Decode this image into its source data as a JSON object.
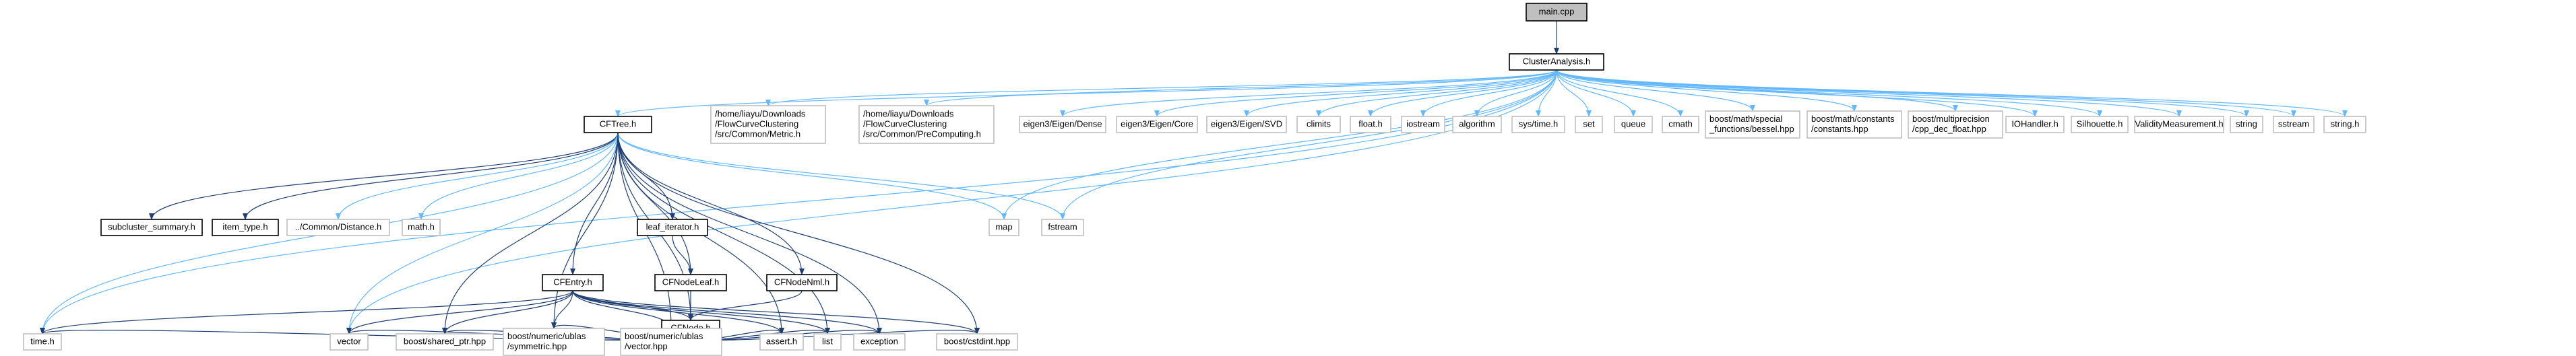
{
  "graph": {
    "colors": {
      "root_fill": "#bfbfbf",
      "node_border": "#000000",
      "gray_border": "#bfbfbf",
      "node_fill": "#ffffff",
      "edge_light": "#63b8ff",
      "edge_dark": "#1f3f73"
    },
    "nodes": [
      {
        "id": "main",
        "lines": [
          "main.cpp"
        ],
        "style": "root"
      },
      {
        "id": "ca",
        "lines": [
          "ClusterAnalysis.h"
        ],
        "style": "black"
      },
      {
        "id": "cftree",
        "lines": [
          "CFTree.h"
        ],
        "style": "black"
      },
      {
        "id": "metric",
        "lines": [
          "/home/liayu/Downloads",
          "/FlowCurveClustering",
          "/src/Common/Metric.h"
        ],
        "style": "gray"
      },
      {
        "id": "precomp",
        "lines": [
          "/home/liayu/Downloads",
          "/FlowCurveClustering",
          "/src/Common/PreComputing.h"
        ],
        "style": "gray"
      },
      {
        "id": "dense",
        "lines": [
          "eigen3/Eigen/Dense"
        ],
        "style": "gray"
      },
      {
        "id": "core",
        "lines": [
          "eigen3/Eigen/Core"
        ],
        "style": "gray"
      },
      {
        "id": "svd",
        "lines": [
          "eigen3/Eigen/SVD"
        ],
        "style": "gray"
      },
      {
        "id": "climits",
        "lines": [
          "climits"
        ],
        "style": "gray"
      },
      {
        "id": "floath",
        "lines": [
          "float.h"
        ],
        "style": "gray"
      },
      {
        "id": "iostream",
        "lines": [
          "iostream"
        ],
        "style": "gray"
      },
      {
        "id": "algorithm",
        "lines": [
          "algorithm"
        ],
        "style": "gray"
      },
      {
        "id": "systime",
        "lines": [
          "sys/time.h"
        ],
        "style": "gray"
      },
      {
        "id": "set",
        "lines": [
          "set"
        ],
        "style": "gray"
      },
      {
        "id": "queue",
        "lines": [
          "queue"
        ],
        "style": "gray"
      },
      {
        "id": "cmath",
        "lines": [
          "cmath"
        ],
        "style": "gray"
      },
      {
        "id": "bessel",
        "lines": [
          "boost/math/special",
          "_functions/bessel.hpp"
        ],
        "style": "gray"
      },
      {
        "id": "constants",
        "lines": [
          "boost/math/constants",
          "/constants.hpp"
        ],
        "style": "gray"
      },
      {
        "id": "cppdec",
        "lines": [
          "boost/multiprecision",
          "/cpp_dec_float.hpp"
        ],
        "style": "gray"
      },
      {
        "id": "iohandler",
        "lines": [
          "IOHandler.h"
        ],
        "style": "gray"
      },
      {
        "id": "silhouette",
        "lines": [
          "Silhouette.h"
        ],
        "style": "gray"
      },
      {
        "id": "validity",
        "lines": [
          "ValidityMeasurement.h"
        ],
        "style": "gray"
      },
      {
        "id": "string",
        "lines": [
          "string"
        ],
        "style": "gray"
      },
      {
        "id": "sstream",
        "lines": [
          "sstream"
        ],
        "style": "gray"
      },
      {
        "id": "stringh",
        "lines": [
          "string.h"
        ],
        "style": "gray"
      },
      {
        "id": "subcluster",
        "lines": [
          "subcluster_summary.h"
        ],
        "style": "black"
      },
      {
        "id": "itemtype",
        "lines": [
          "item_type.h"
        ],
        "style": "black"
      },
      {
        "id": "distance",
        "lines": [
          "../Common/Distance.h"
        ],
        "style": "gray"
      },
      {
        "id": "mathh",
        "lines": [
          "math.h"
        ],
        "style": "gray"
      },
      {
        "id": "leafit",
        "lines": [
          "leaf_iterator.h"
        ],
        "style": "black"
      },
      {
        "id": "map",
        "lines": [
          "map"
        ],
        "style": "gray"
      },
      {
        "id": "fstream",
        "lines": [
          "fstream"
        ],
        "style": "gray"
      },
      {
        "id": "cfentry",
        "lines": [
          "CFEntry.h"
        ],
        "style": "black"
      },
      {
        "id": "cfnodeleaf",
        "lines": [
          "CFNodeLeaf.h"
        ],
        "style": "black"
      },
      {
        "id": "cfnodenml",
        "lines": [
          "CFNodeNml.h"
        ],
        "style": "black"
      },
      {
        "id": "cfnode",
        "lines": [
          "CFNode.h"
        ],
        "style": "black"
      },
      {
        "id": "timeh",
        "lines": [
          "time.h"
        ],
        "style": "gray"
      },
      {
        "id": "vector",
        "lines": [
          "vector"
        ],
        "style": "gray"
      },
      {
        "id": "sharedptr",
        "lines": [
          "boost/shared_ptr.hpp"
        ],
        "style": "gray"
      },
      {
        "id": "symmetric",
        "lines": [
          "boost/numeric/ublas",
          "/symmetric.hpp"
        ],
        "style": "gray"
      },
      {
        "id": "vectorhpp",
        "lines": [
          "boost/numeric/ublas",
          "/vector.hpp"
        ],
        "style": "gray"
      },
      {
        "id": "asserth",
        "lines": [
          "assert.h"
        ],
        "style": "gray"
      },
      {
        "id": "list",
        "lines": [
          "list"
        ],
        "style": "gray"
      },
      {
        "id": "exception",
        "lines": [
          "exception"
        ],
        "style": "gray"
      },
      {
        "id": "cstdint",
        "lines": [
          "boost/cstdint.hpp"
        ],
        "style": "gray"
      }
    ],
    "edges": [
      [
        "main",
        "ca",
        "dark"
      ],
      [
        "ca",
        "cftree",
        "light"
      ],
      [
        "ca",
        "metric",
        "light"
      ],
      [
        "ca",
        "precomp",
        "light"
      ],
      [
        "ca",
        "dense",
        "light"
      ],
      [
        "ca",
        "core",
        "light"
      ],
      [
        "ca",
        "svd",
        "light"
      ],
      [
        "ca",
        "climits",
        "light"
      ],
      [
        "ca",
        "floath",
        "light"
      ],
      [
        "ca",
        "iostream",
        "light"
      ],
      [
        "ca",
        "algorithm",
        "light"
      ],
      [
        "ca",
        "systime",
        "light"
      ],
      [
        "ca",
        "set",
        "light"
      ],
      [
        "ca",
        "queue",
        "light"
      ],
      [
        "ca",
        "cmath",
        "light"
      ],
      [
        "ca",
        "bessel",
        "light"
      ],
      [
        "ca",
        "constants",
        "light"
      ],
      [
        "ca",
        "cppdec",
        "light"
      ],
      [
        "ca",
        "iohandler",
        "light"
      ],
      [
        "ca",
        "silhouette",
        "light"
      ],
      [
        "ca",
        "validity",
        "light"
      ],
      [
        "ca",
        "string",
        "light"
      ],
      [
        "ca",
        "sstream",
        "light"
      ],
      [
        "ca",
        "stringh",
        "light"
      ],
      [
        "ca",
        "map",
        "light"
      ],
      [
        "ca",
        "fstream",
        "light"
      ],
      [
        "ca",
        "timeh",
        "light"
      ],
      [
        "ca",
        "vector",
        "light"
      ],
      [
        "cftree",
        "subcluster",
        "dark"
      ],
      [
        "cftree",
        "itemtype",
        "dark"
      ],
      [
        "cftree",
        "distance",
        "light"
      ],
      [
        "cftree",
        "mathh",
        "light"
      ],
      [
        "cftree",
        "leafit",
        "dark"
      ],
      [
        "cftree",
        "map",
        "light"
      ],
      [
        "cftree",
        "fstream",
        "light"
      ],
      [
        "cftree",
        "cfentry",
        "dark"
      ],
      [
        "cftree",
        "cfnodeleaf",
        "dark"
      ],
      [
        "cftree",
        "cfnodenml",
        "dark"
      ],
      [
        "cftree",
        "cfnode",
        "dark"
      ],
      [
        "cftree",
        "timeh",
        "light"
      ],
      [
        "cftree",
        "vector",
        "light"
      ],
      [
        "cftree",
        "sharedptr",
        "dark"
      ],
      [
        "cftree",
        "symmetric",
        "dark"
      ],
      [
        "cftree",
        "vectorhpp",
        "dark"
      ],
      [
        "cftree",
        "asserth",
        "dark"
      ],
      [
        "cftree",
        "list",
        "dark"
      ],
      [
        "cftree",
        "exception",
        "dark"
      ],
      [
        "cftree",
        "cstdint",
        "dark"
      ],
      [
        "leafit",
        "cfnodeleaf",
        "dark"
      ],
      [
        "cfnodeleaf",
        "cfnode",
        "dark"
      ],
      [
        "cfnodenml",
        "cfnode",
        "dark"
      ],
      [
        "cfentry",
        "cfnode",
        "dark"
      ],
      [
        "cfentry",
        "timeh",
        "dark"
      ],
      [
        "cfentry",
        "vector",
        "dark"
      ],
      [
        "cfentry",
        "sharedptr",
        "dark"
      ],
      [
        "cfentry",
        "symmetric",
        "dark"
      ],
      [
        "cfentry",
        "vectorhpp",
        "dark"
      ],
      [
        "cfentry",
        "asserth",
        "dark"
      ],
      [
        "cfentry",
        "list",
        "dark"
      ],
      [
        "cfentry",
        "exception",
        "dark"
      ],
      [
        "cfentry",
        "cstdint",
        "dark"
      ],
      [
        "cfnode",
        "timeh",
        "dark"
      ],
      [
        "cfnode",
        "vector",
        "dark"
      ],
      [
        "cfnode",
        "sharedptr",
        "dark"
      ],
      [
        "cfnode",
        "symmetric",
        "dark"
      ],
      [
        "cfnode",
        "vectorhpp",
        "dark"
      ],
      [
        "cfnode",
        "asserth",
        "dark"
      ],
      [
        "cfnode",
        "list",
        "dark"
      ],
      [
        "cfnode",
        "exception",
        "dark"
      ],
      [
        "cfnode",
        "cstdint",
        "dark"
      ]
    ]
  }
}
